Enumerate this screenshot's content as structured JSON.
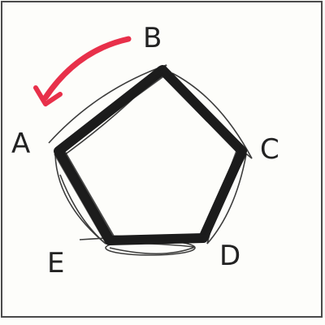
{
  "diagram": {
    "vertex_labels": [
      "A",
      "B",
      "C",
      "D",
      "E"
    ],
    "arrow": {
      "from": "B",
      "to": "A",
      "direction": "counter-clockwise",
      "color": "#e8304a"
    },
    "ink_color": "#1c1c1c",
    "paper_color": "#fdfdfa"
  }
}
